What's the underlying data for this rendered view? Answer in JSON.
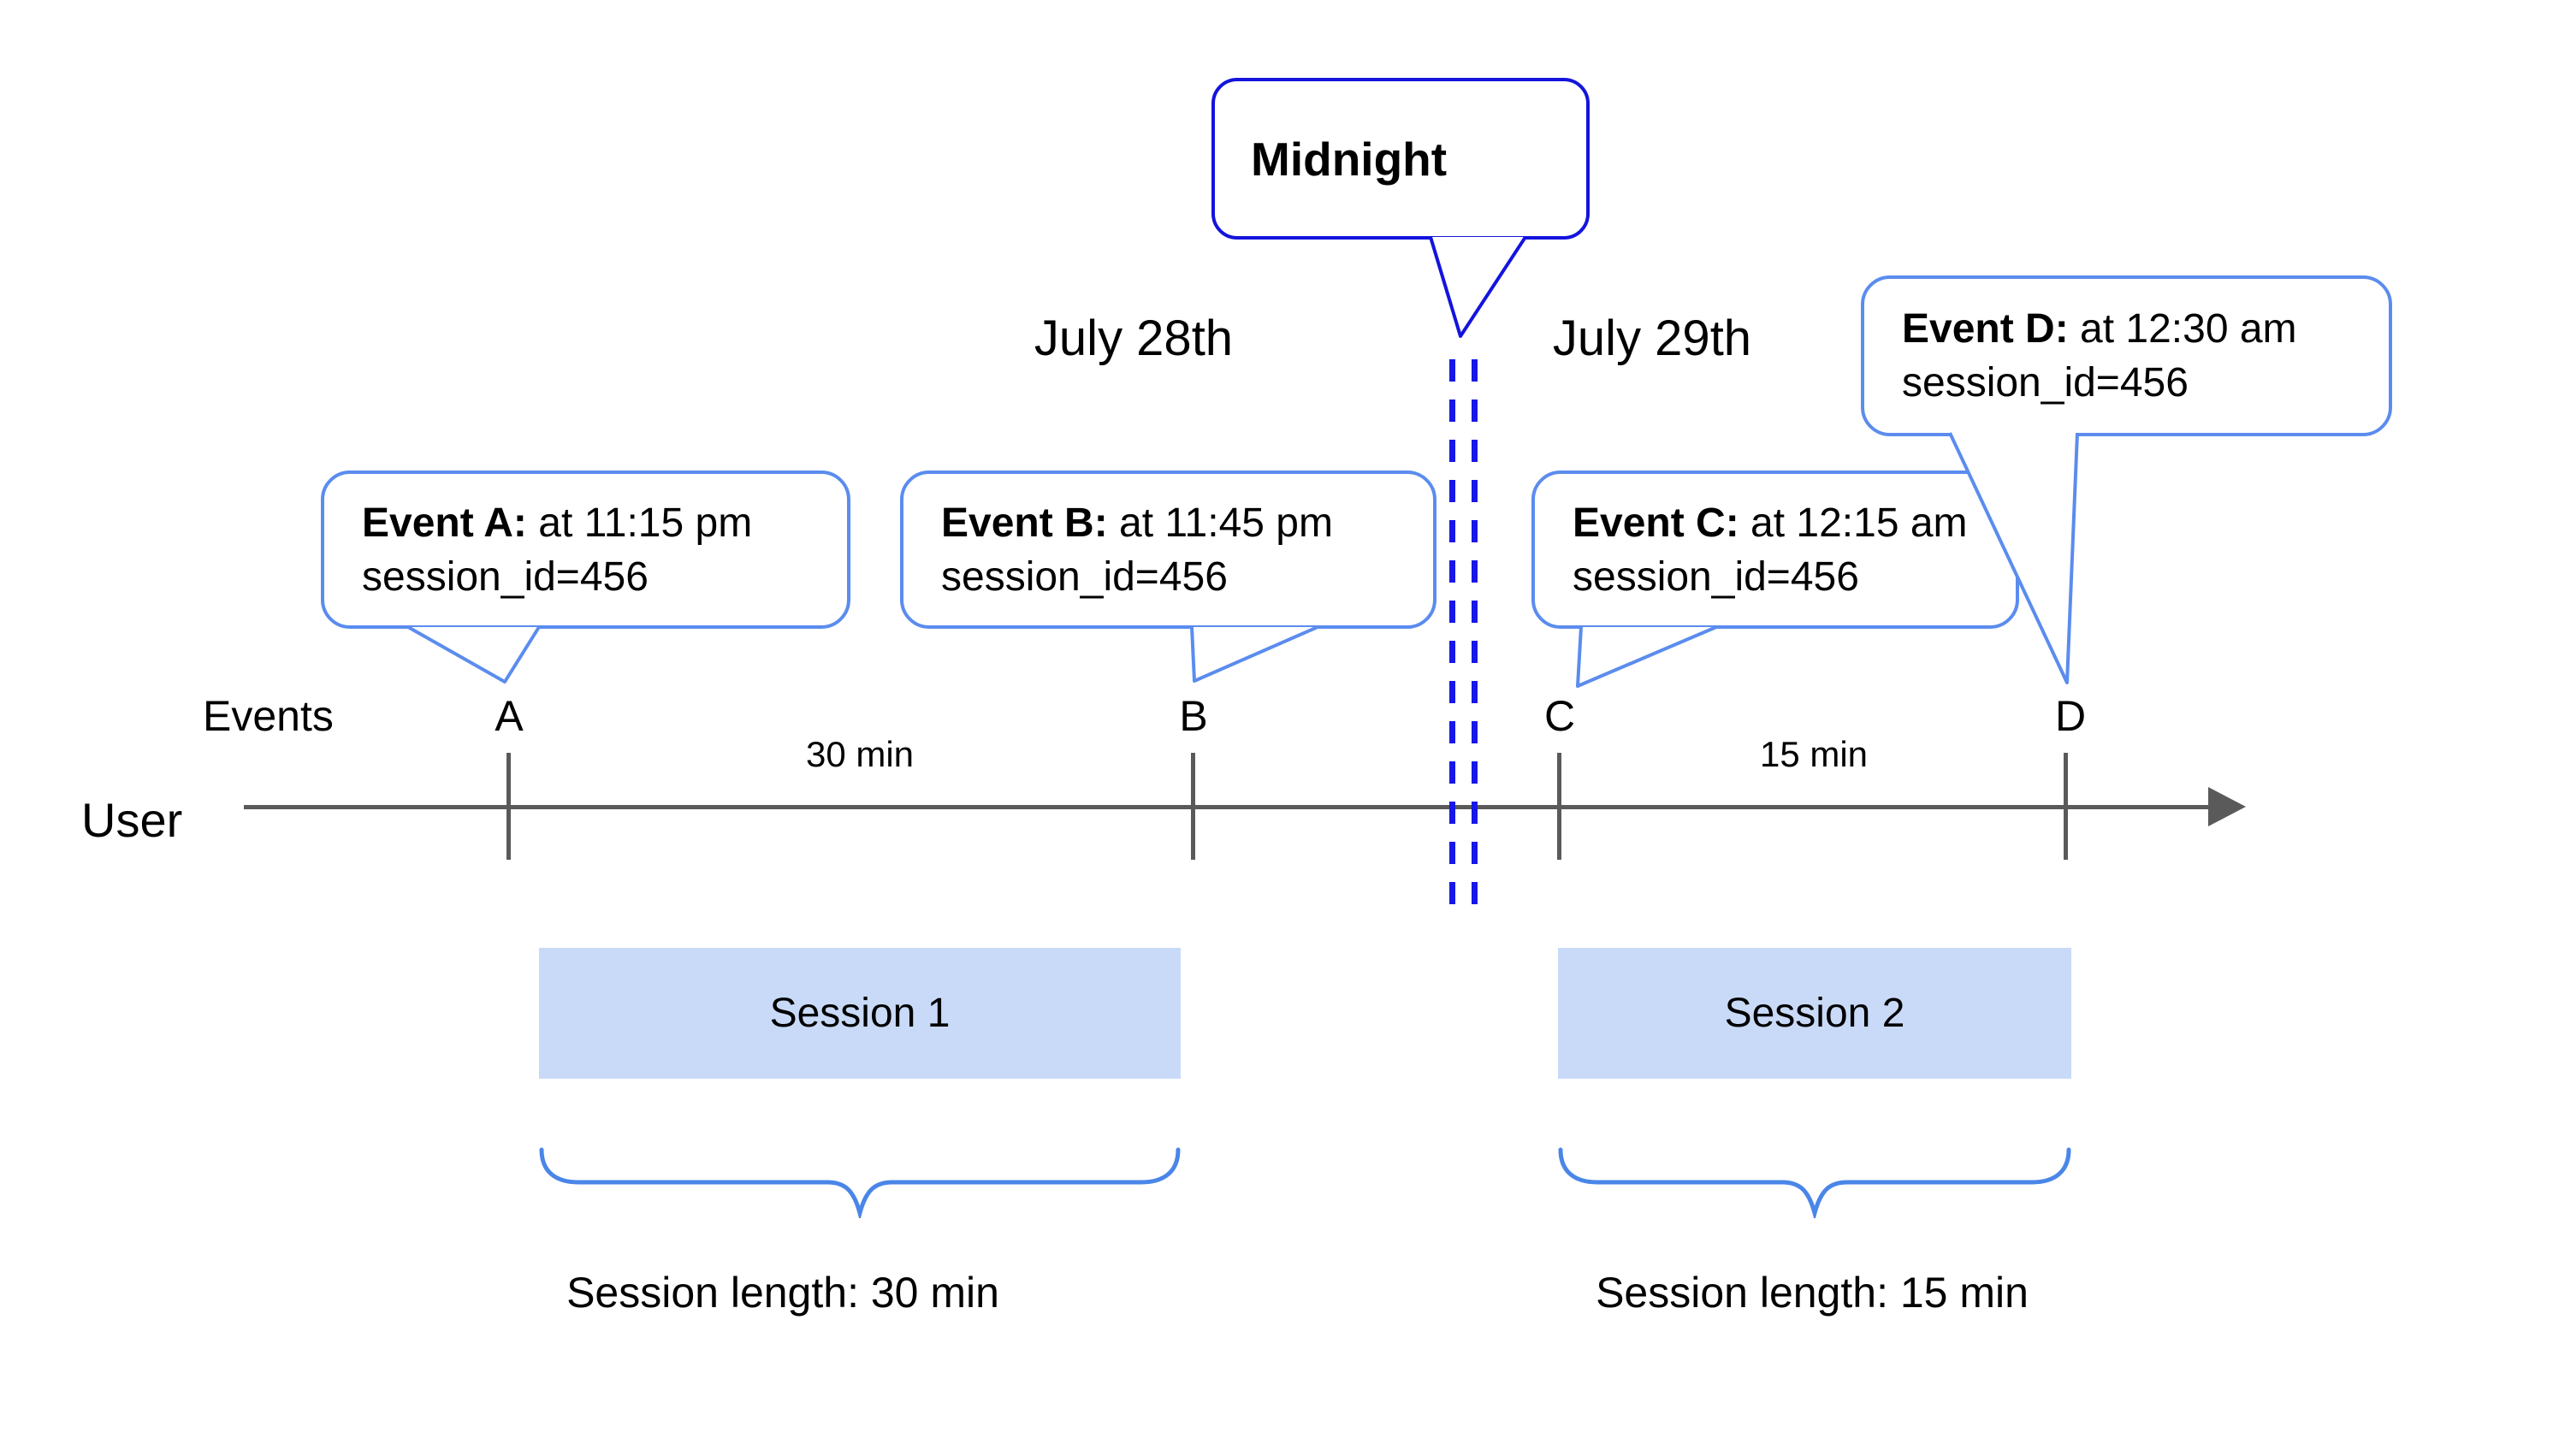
{
  "midnight_bubble": {
    "label": "Midnight"
  },
  "date_labels": {
    "before": "July 28th",
    "after": "July 29th"
  },
  "event_bubbles": [
    {
      "id": "A",
      "title": "Event A:",
      "time": " at 11:15 pm",
      "detail": "session_id=456"
    },
    {
      "id": "B",
      "title": "Event B:",
      "time": " at 11:45 pm",
      "detail": "session_id=456"
    },
    {
      "id": "C",
      "title": "Event C:",
      "time": " at 12:15 am",
      "detail": "session_id=456"
    },
    {
      "id": "D",
      "title": "Event D:",
      "time": " at 12:30 am",
      "detail": "session_id=456"
    }
  ],
  "axis": {
    "events_label": "Events",
    "user_label": "User",
    "tick_labels": [
      "A",
      "B",
      "C",
      "D"
    ]
  },
  "intervals": {
    "a_to_b": "30 min",
    "c_to_d": "15 min"
  },
  "sessions": [
    {
      "name": "Session 1",
      "length": "Session length: 30 min"
    },
    {
      "name": "Session 2",
      "length": "Session length: 15 min"
    }
  ],
  "colors": {
    "event_bubble_border": "#5b8cee",
    "midnight_bubble_border": "#1414dd",
    "midnight_dash": "#1717e8",
    "session_fill": "#c9daf8",
    "brace": "#4a86e8",
    "timeline_gray": "#5a5a5a",
    "text": "#000000"
  }
}
